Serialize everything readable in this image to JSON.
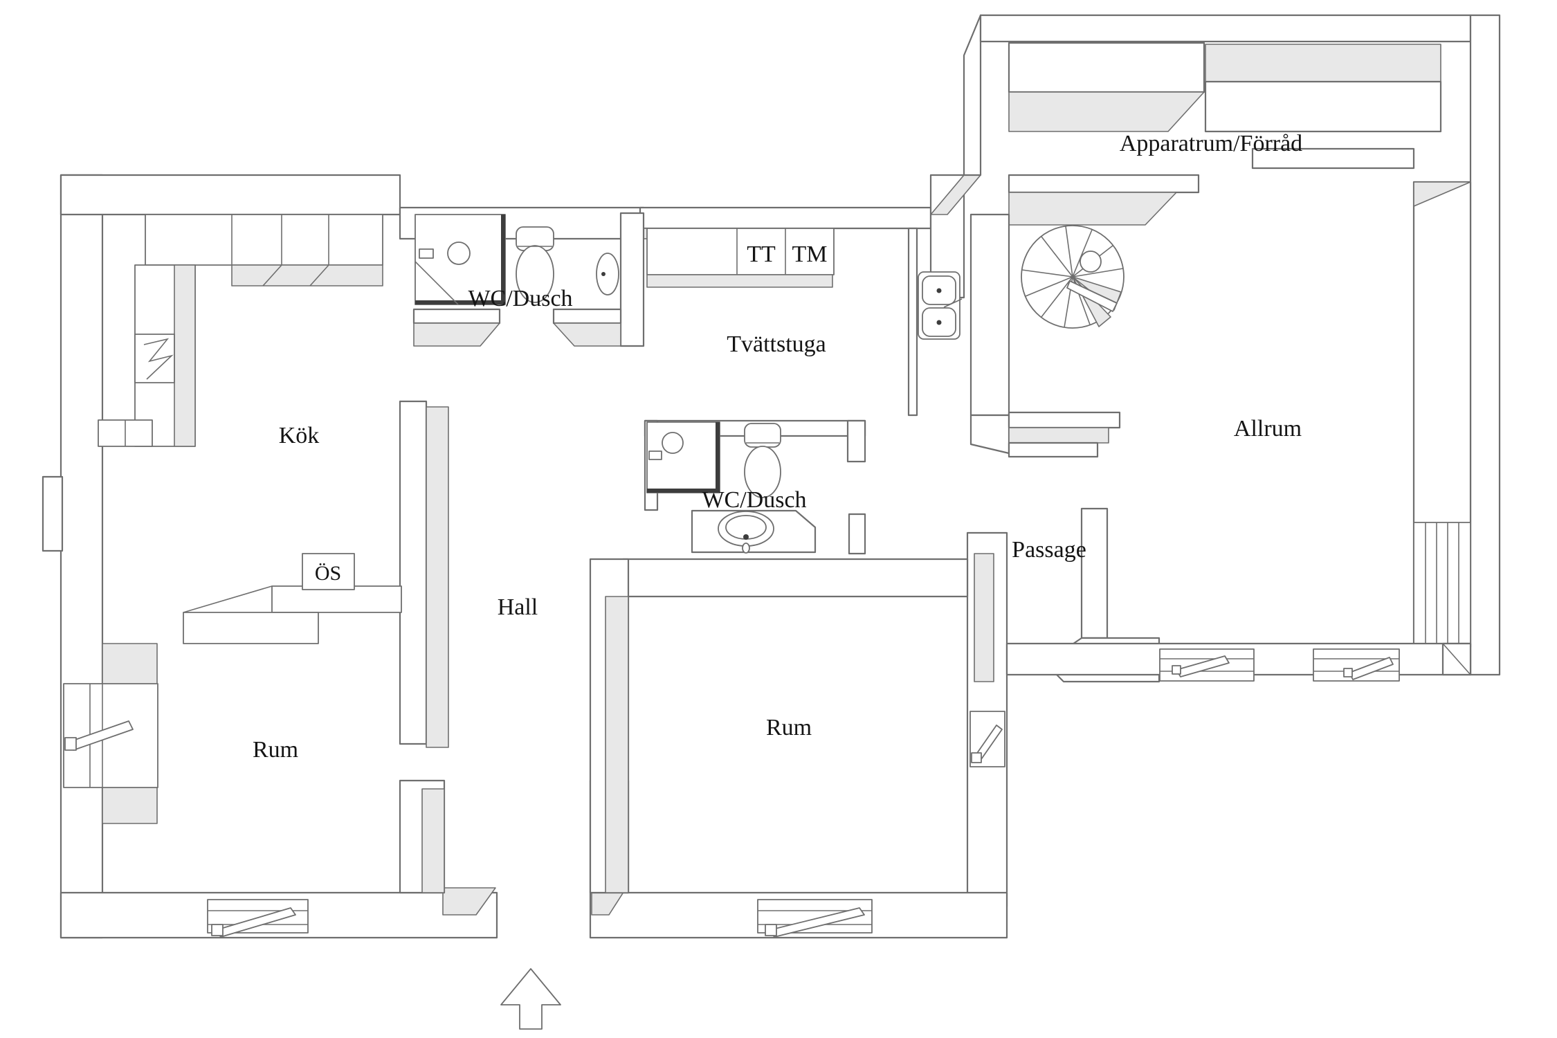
{
  "meta": {
    "title": "Floor plan",
    "style": "axonometric architectural line drawing",
    "language": "sv"
  },
  "colors": {
    "background": "#ffffff",
    "wall_fill": "#ffffff",
    "wall_stroke": "#6e6e6e",
    "face_shade": "#e8e8e8",
    "dark_accent": "#3d3d3d",
    "text": "#141414"
  },
  "labels": [
    {
      "id": "apparatrum-forrad",
      "text": "Apparatrum/Förråd"
    },
    {
      "id": "tt",
      "text": "TT"
    },
    {
      "id": "tm",
      "text": "TM"
    },
    {
      "id": "wc-dusch-top",
      "text": "WC/Dusch"
    },
    {
      "id": "tvattstuga",
      "text": "Tvättstuga"
    },
    {
      "id": "kok",
      "text": "Kök"
    },
    {
      "id": "allrum",
      "text": "Allrum"
    },
    {
      "id": "wc-dusch-mellan",
      "text": "WC/Dusch"
    },
    {
      "id": "passage",
      "text": "Passage"
    },
    {
      "id": "os",
      "text": "ÖS"
    },
    {
      "id": "hall",
      "text": "Hall"
    },
    {
      "id": "rum-mitt",
      "text": "Rum"
    },
    {
      "id": "rum-vanster",
      "text": "Rum"
    }
  ],
  "fixtures": [
    "spiral-staircase",
    "shower-cabin-top",
    "toilet-top",
    "round-washbasin",
    "shower-cabin-middle",
    "toilet-middle",
    "oval-washbasin",
    "double-sink",
    "stove",
    "laundry-appliances-TT-TM",
    "storage-closets",
    "window-with-handle",
    "entrance-arrow"
  ]
}
